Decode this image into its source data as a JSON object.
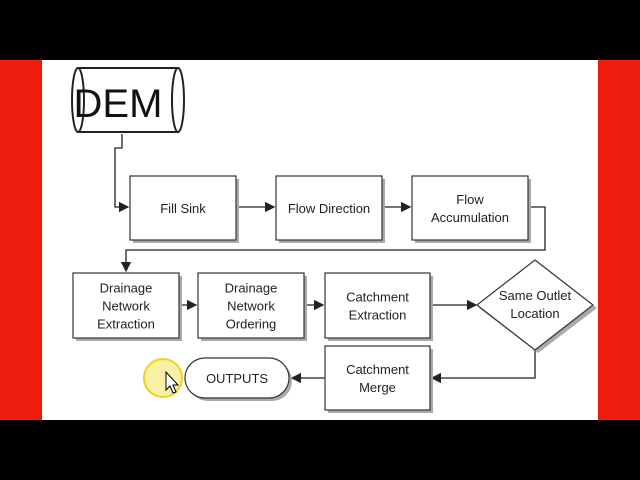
{
  "diagram": {
    "start": "DEM",
    "steps": [
      {
        "id": "fill",
        "lines": [
          "Fill Sink"
        ]
      },
      {
        "id": "dir",
        "lines": [
          "Flow Direction"
        ]
      },
      {
        "id": "acc",
        "lines": [
          "Flow",
          "Accumulation"
        ]
      },
      {
        "id": "dne",
        "lines": [
          "Drainage",
          "Network",
          "Extraction"
        ]
      },
      {
        "id": "dno",
        "lines": [
          "Drainage",
          "Network",
          "Ordering"
        ]
      },
      {
        "id": "ce",
        "lines": [
          "Catchment",
          "Extraction"
        ]
      },
      {
        "id": "sol",
        "lines": [
          "Same Outlet",
          "Location"
        ]
      },
      {
        "id": "cm",
        "lines": [
          "Catchment",
          "Merge"
        ]
      }
    ],
    "end": "OUTPUTS"
  },
  "colors": {
    "frame": "#000000",
    "side_bars": "#ee1c0e",
    "cursor_highlight": "#f5e14a"
  }
}
